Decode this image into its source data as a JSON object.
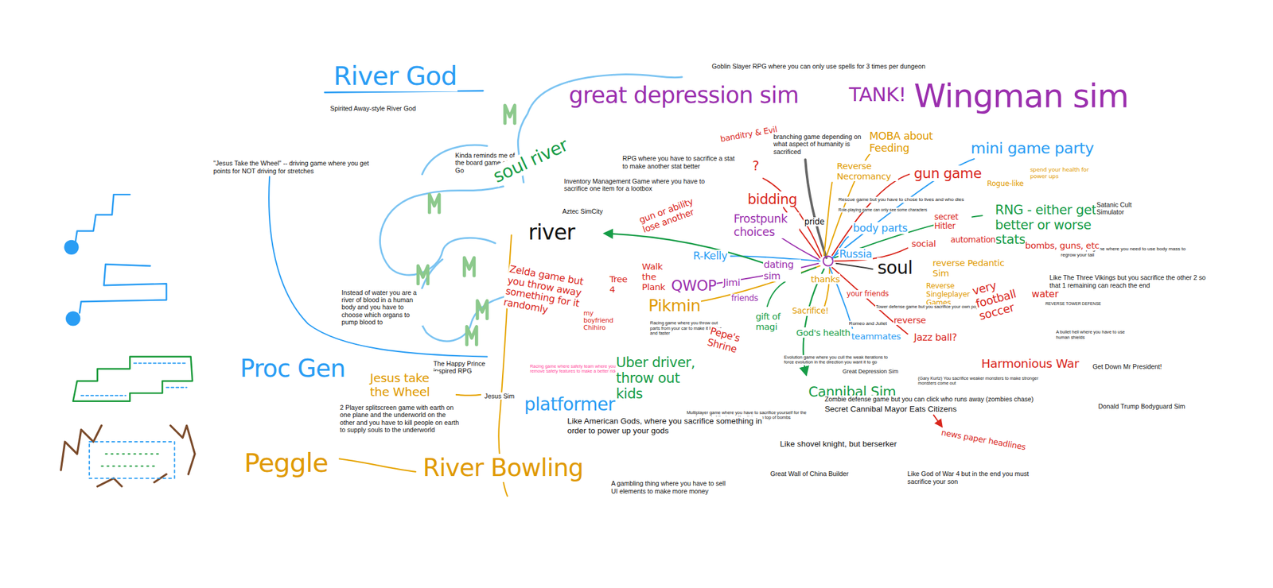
{
  "diagram": {
    "title": "River God",
    "labels": [
      "Spirited Away-style River God",
      "Goblin Slayer RPG where you can only use spells for 3 times per dungeon",
      "great depression sim",
      "TANK!",
      "Wingman sim",
      "mini game party",
      "Kinda reminds me of the board game of Go",
      "\"Jesus Take the Wheel\" -- driving game where you get points for NOT driving for stretches",
      "soul river",
      "RPG where you have to sacrifice a stat to make another stat better",
      "Inventory Management Game where you have to sacrifice one item for a lootbox",
      "Aztec SimCity",
      "river",
      "banditry & Evil",
      "branching game depending on what aspect of humanity is sacrificed",
      "MOBA about Feeding",
      "Reverse Necromancy",
      "gun game",
      "Rogue-like",
      "spend your health for power ups",
      "?",
      "bidding",
      "Rescue game but you have to chose to lives and who dies",
      "Role-playing game can only see some characters",
      "Frostpunk choices",
      "gun or ability lose another",
      "pride",
      "body parts",
      "RNG - either get better or worse stats",
      "Satanic Cult Simulator",
      "Lizard escape game where you need to use body mass to regrow your tail",
      "Like The Three Vikings but you sacrifice the other 2 so that 1 remaining can reach the end",
      "REVERSE TOWER DEFENSE",
      "Russia",
      "soul",
      "secret Hitler",
      "social",
      "automation",
      "bombs, guns, etc",
      "reverse Pedantic Sim",
      "Reverse Singleplayer Games",
      "R-Kelly",
      "Walk the Plank",
      "Tree 4",
      "dating sim",
      "QWOP",
      "Jimi",
      "friends",
      "Pikmin",
      "Zelda game but you throw away something for it randomly",
      "my boyfriend Chihiro",
      "gift of magi",
      "Sacrifice!",
      "God's health",
      "thanks",
      "your friends",
      "Tower defense game but you sacrifice your own population for ... Catapults",
      "very football soccer",
      "water",
      "reverse",
      "Romeo and Juliet",
      "teammates",
      "Jazz ball?",
      "A bullet hell where you have to use human shields",
      "Racing game where you throw out parts from your car to make it lighter and faster",
      "Pepe's Shrine",
      "Harmonious War",
      "Evolution game where you cull the weak iterations to force evolution in the direction you want it to go",
      "Great Depression Sim",
      "Cannibal Sim",
      "(Gary Kurtz) You sacrifice weaker monsters to make stronger monsters come out",
      "Get Down Mr President!",
      "Zombie defense game but you can click who runs away (zombies chase)",
      "Secret Cannibal Mayor Eats Citizens",
      "Donald Trump Bodyguard Sim",
      "Racing game where safety team where you remove safety features to make a better ride",
      "Uber driver, throw out kids",
      "platformer",
      "Jesus Sim",
      "The Happy Prince inspired RPG",
      "Instead of water you are a river of blood in a human body and you have to choose which organs to pump blood to",
      "Proc Gen",
      "Jesus take the Wheel",
      "2 Player splitscreen game with earth on one plane and the underworld on the other and you have to kill people on earth to supply souls to the underworld",
      "Multiplayer game where you have to sacrifice yourself for the greater good of the team, like diving on top of bombs",
      "Like American Gods, where you sacrifice something in order to power up your gods",
      "Like shovel knight, but berserker",
      "news paper headlines",
      "Peggle",
      "River Bowling",
      "A gambling thing where you have to sell UI elements to make more money",
      "Great Wall of China Builder",
      "Like God of War 4 but in the end you must sacrifice your son"
    ]
  }
}
